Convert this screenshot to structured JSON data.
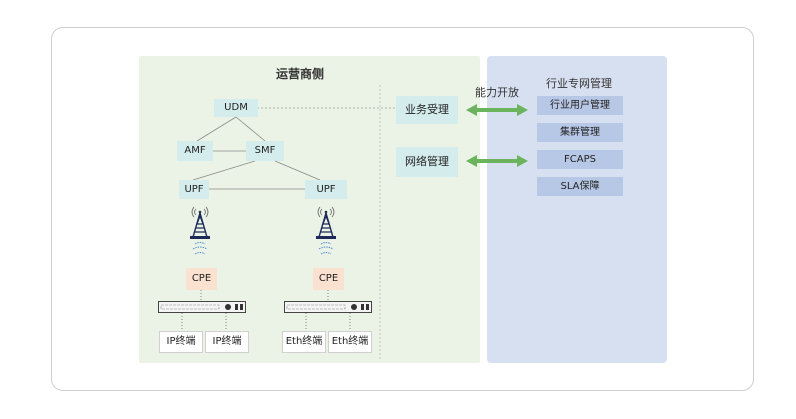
{
  "operator": {
    "title": "运营商侧",
    "udm": "UDM",
    "amf": "AMF",
    "smf": "SMF",
    "upf_left": "UPF",
    "upf_right": "UPF",
    "cpe_left": "CPE",
    "cpe_right": "CPE",
    "terminals": [
      "IP终端",
      "IP终端",
      "Eth终端",
      "Eth终端"
    ],
    "service_accept": "业务受理",
    "network_mgmt": "网络管理"
  },
  "capability_open": "能力开放",
  "industry": {
    "title": "行业专网管理",
    "items": [
      "行业用户管理",
      "集群管理",
      "FCAPS",
      "SLA保障"
    ]
  },
  "colors": {
    "operator_bg": "#ebf3e6",
    "industry_bg": "#d7e0f0",
    "node_teal": "#d5ecec",
    "node_cpe": "#fbe1cf",
    "node_industry": "#b7c7e6",
    "arrow_green": "#6bb35d"
  }
}
